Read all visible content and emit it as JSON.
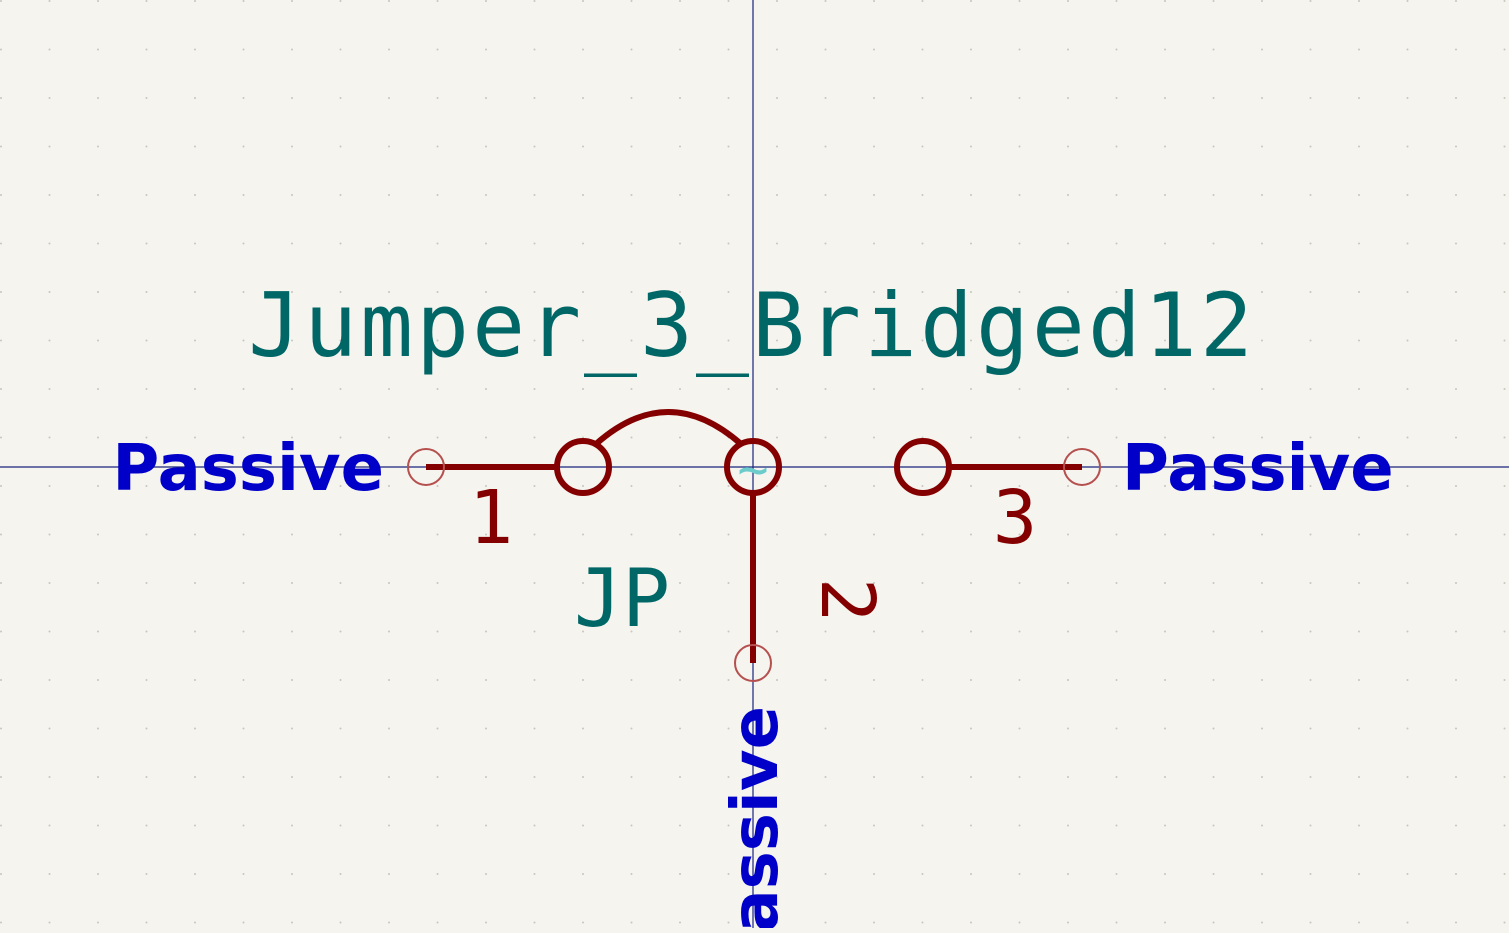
{
  "symbol": {
    "value": "Jumper_3_Bridged12",
    "reference": "JP",
    "unit_marker": "~"
  },
  "pins": [
    {
      "number": "1",
      "type": "Passive"
    },
    {
      "number": "2",
      "type": "Passive"
    },
    {
      "number": "3",
      "type": "Passive"
    }
  ],
  "colors": {
    "background": "#f5f4ef",
    "grid_dot": "#c8c6bd",
    "crosshair": "#1a237e",
    "symbol_body": "#840000",
    "pin_end": "#b5504f",
    "field_text": "#006666",
    "pin_type_text": "#0000c8",
    "unit_marker": "#6ccccc"
  }
}
